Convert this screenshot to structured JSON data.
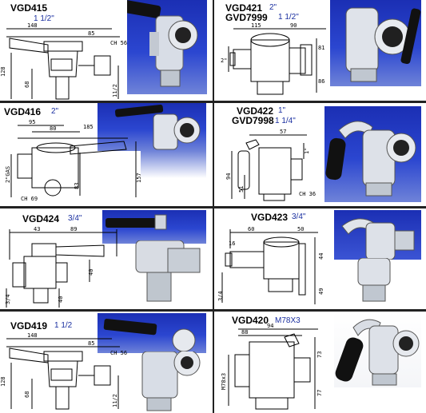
{
  "panels": [
    {
      "code": "VGD415",
      "sizes": [
        "1 1/2\""
      ],
      "dims": [
        "148",
        "85",
        "CH 56",
        "128",
        "68",
        "11/2"
      ]
    },
    {
      "code": "VGD421",
      "code2": "GVD7999",
      "sizes": [
        "2\"",
        "1 1/2\""
      ],
      "dims": [
        "115",
        "90",
        "2\"",
        "81",
        "86"
      ]
    },
    {
      "code": "VGD416",
      "sizes": [
        "2\""
      ],
      "dims": [
        "95",
        "80",
        "185",
        "2\"GAS",
        "157",
        "83",
        "CH 69"
      ]
    },
    {
      "code": "VGD422",
      "code2": "GVD7998",
      "sizes": [
        "1\"",
        "1 1/4\""
      ],
      "dims": [
        "57",
        "94",
        "51",
        "1\"",
        "CH 36"
      ]
    },
    {
      "code": "VGD424",
      "sizes": [
        "3/4\""
      ],
      "dims": [
        "43",
        "89",
        "40",
        "40",
        "3/4"
      ]
    },
    {
      "code": "VGD423",
      "sizes": [
        "3/4\""
      ],
      "dims": [
        "60",
        "50",
        "16",
        "44",
        "49",
        "3/4"
      ]
    },
    {
      "code": "VGD419",
      "sizes": [
        "1 1/2"
      ],
      "dims": [
        "148",
        "85",
        "CH 56",
        "128",
        "68",
        "11/2"
      ]
    },
    {
      "code": "VGD420",
      "sizes": [
        "M78X3"
      ],
      "dims": [
        "94",
        "88",
        "M78x3",
        "73",
        "77"
      ]
    }
  ]
}
